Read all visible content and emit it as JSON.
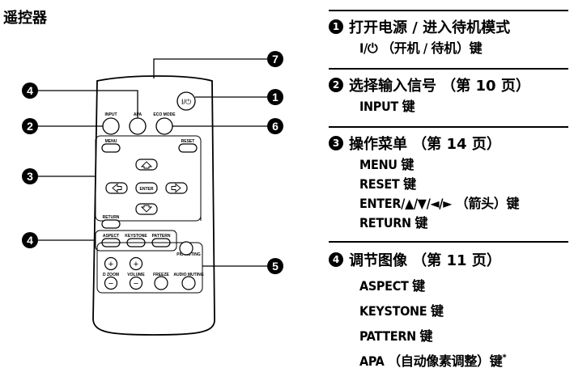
{
  "title": "遥控器",
  "callouts": [
    {
      "n": "1"
    },
    {
      "n": "2"
    },
    {
      "n": "3"
    },
    {
      "n": "4"
    },
    {
      "n": "4"
    },
    {
      "n": "5"
    },
    {
      "n": "6"
    },
    {
      "n": "7"
    }
  ],
  "remote": {
    "power_label": "I/⏻",
    "input": "INPUT",
    "apa": "APA",
    "eco_mode": "ECO MODE",
    "menu": "MENU",
    "reset": "RESET",
    "enter": "ENTER",
    "return": "RETURN",
    "aspect": "ASPECT",
    "keystone": "KEYSTONE",
    "pattern": "PATTERN",
    "pic_muting": "PIC MUTING",
    "d_zoom": "D ZOOM",
    "volume": "VOLUME",
    "freeze": "FREEZE",
    "audio_muting": "AUDIO MUTING",
    "plus": "+",
    "minus": "−"
  },
  "sections": [
    {
      "num": "1",
      "heading": "打开电源 / 进入待机模式",
      "items": [
        "I/⏻ （开机 / 待机）键"
      ]
    },
    {
      "num": "2",
      "heading": "选择输入信号 （第 10 页）",
      "items": [
        "INPUT 键"
      ]
    },
    {
      "num": "3",
      "heading": "操作菜单 （第 14 页）",
      "items": [
        "MENU 键",
        "RESET 键",
        "ENTER/▲/▼/◄/► （箭头）键",
        "RETURN 键"
      ]
    },
    {
      "num": "4",
      "heading": "调节图像 （第 11 页）",
      "items": [
        "ASPECT 键",
        "KEYSTONE 键",
        "PATTERN 键",
        "APA （自动像素调整）键"
      ]
    }
  ],
  "footnote_mark": "*"
}
